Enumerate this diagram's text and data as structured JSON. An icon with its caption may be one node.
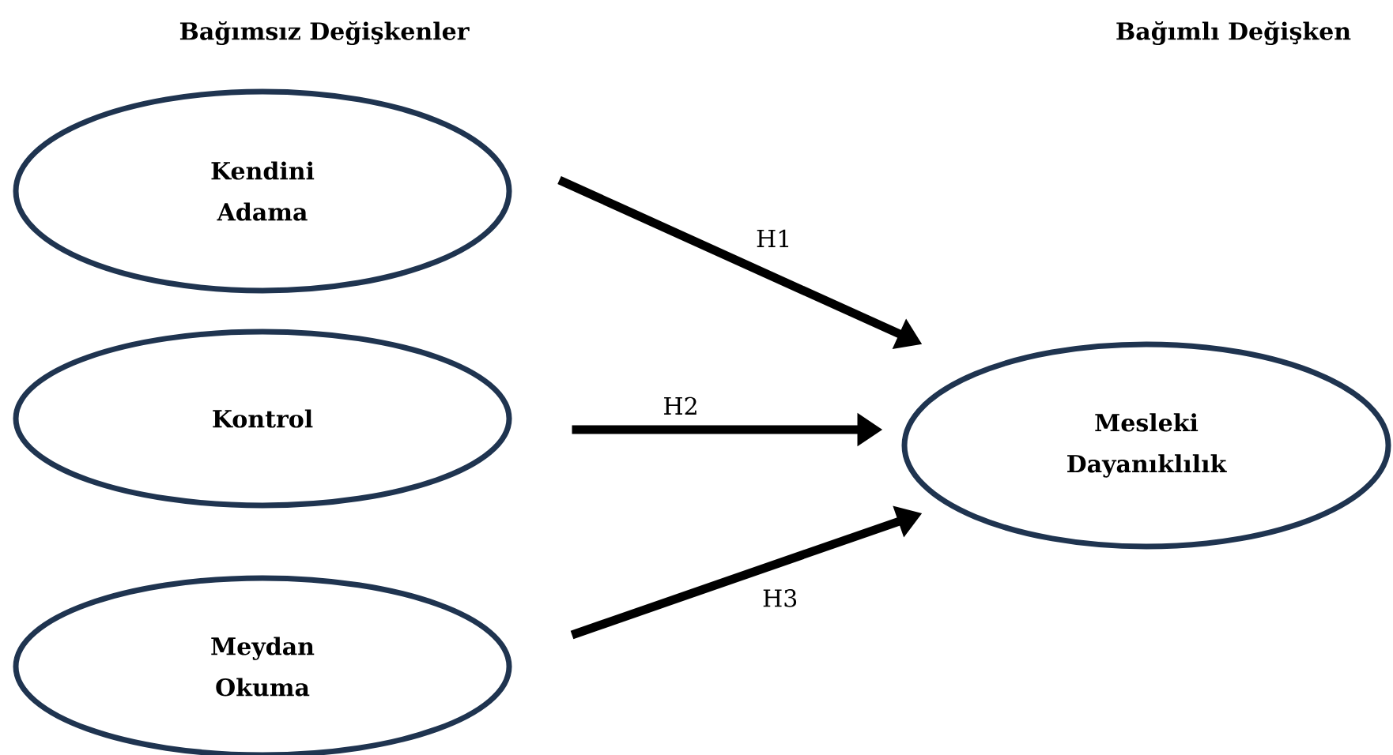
{
  "diagram": {
    "nodes": [
      {
        "text": [
          "Kendini Adama"
        ]
      },
      {
        "text": [
          "Kontrol"
        ]
      },
      {
        "text": [
          "Meydan Okuma"
        ]
      },
      {
        "text": [
          "Mesleki Dayanıklılık"
        ]
      }
    ],
    "edges": [
      {
        "from": 0,
        "to": 3,
        "arrow": "to",
        "label": "H1"
      },
      {
        "from": 1,
        "to": 3,
        "arrow": "to",
        "label": "H2"
      },
      {
        "from": 2,
        "to": 3,
        "arrow": "to",
        "label": "H3"
      }
    ],
    "labels": [
      "Bağımsız Değişkenler",
      "Bağımlı Değişken"
    ]
  }
}
